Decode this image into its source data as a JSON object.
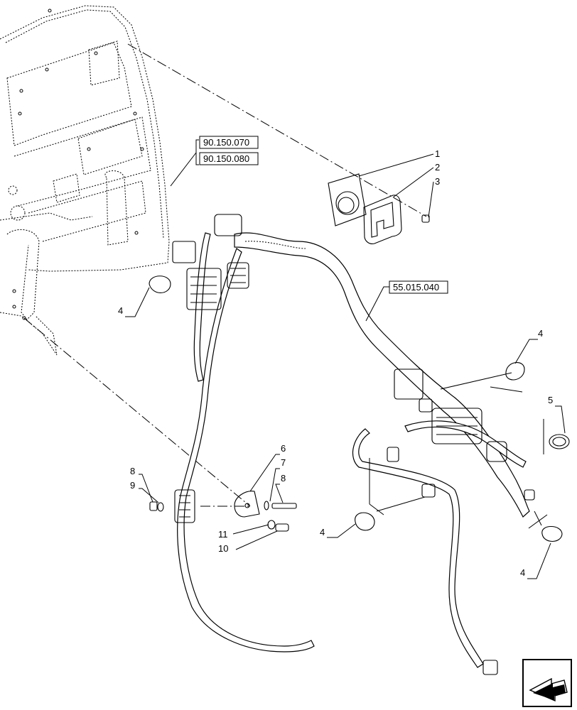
{
  "references": {
    "ref_a": "90.150.070",
    "ref_b": "90.150.080",
    "ref_c": "55.015.040"
  },
  "callouts": {
    "c1": "1",
    "c2": "2",
    "c3": "3",
    "c4a": "4",
    "c4b": "4",
    "c4c": "4",
    "c4d": "4",
    "c5": "5",
    "c6": "6",
    "c7": "7",
    "c8a": "8",
    "c8b": "8",
    "c9": "9",
    "c10": "10",
    "c11": "11"
  },
  "nav_icon": "next-page-arrow-icon"
}
